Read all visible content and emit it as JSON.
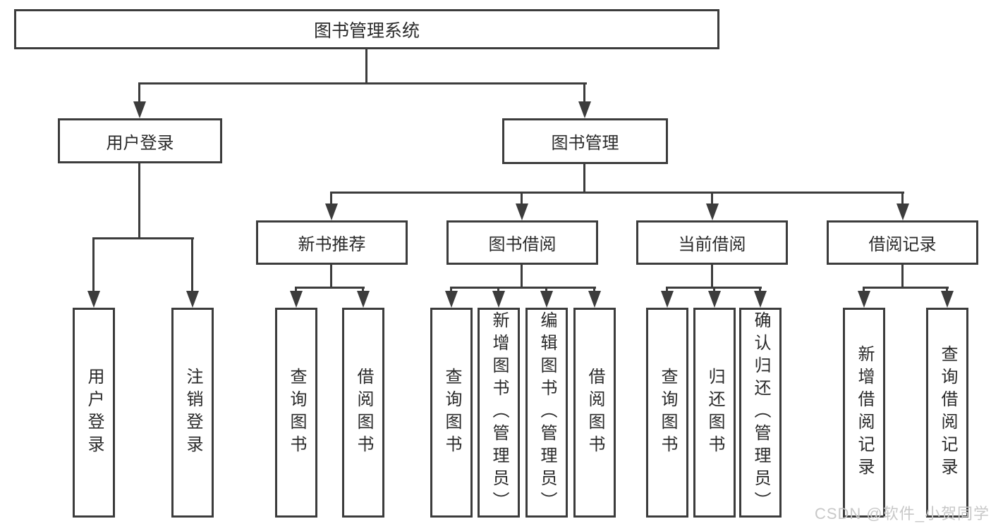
{
  "diagram": {
    "root": {
      "label": "图书管理系统"
    },
    "level2": [
      {
        "label": "用户登录"
      },
      {
        "label": "图书管理"
      }
    ],
    "level3": [
      {
        "label": "新书推荐"
      },
      {
        "label": "图书借阅"
      },
      {
        "label": "当前借阅"
      },
      {
        "label": "借阅记录"
      }
    ],
    "leaves": [
      {
        "label": "用户登录",
        "parent": "用户登录"
      },
      {
        "label": "注销登录",
        "parent": "用户登录"
      },
      {
        "label": "查询图书",
        "parent": "新书推荐"
      },
      {
        "label": "借阅图书",
        "parent": "新书推荐"
      },
      {
        "label": "查询图书",
        "parent": "图书借阅"
      },
      {
        "label": "新增图书（管理员）",
        "parent": "图书借阅"
      },
      {
        "label": "编辑图书（管理员）",
        "parent": "图书借阅"
      },
      {
        "label": "借阅图书",
        "parent": "图书借阅"
      },
      {
        "label": "查询图书",
        "parent": "当前借阅"
      },
      {
        "label": "归还图书",
        "parent": "当前借阅"
      },
      {
        "label": "确认归还（管理员）",
        "parent": "当前借阅"
      },
      {
        "label": "新增借阅记录",
        "parent": "借阅记录"
      },
      {
        "label": "查询借阅记录",
        "parent": "借阅记录"
      }
    ]
  },
  "watermark": {
    "text": "CSDN @软件_小贺同学"
  },
  "colors": {
    "line": "#3c3c3c",
    "text": "#2a2a2a",
    "watermark": "#c8c8c8",
    "background": "#ffffff"
  }
}
